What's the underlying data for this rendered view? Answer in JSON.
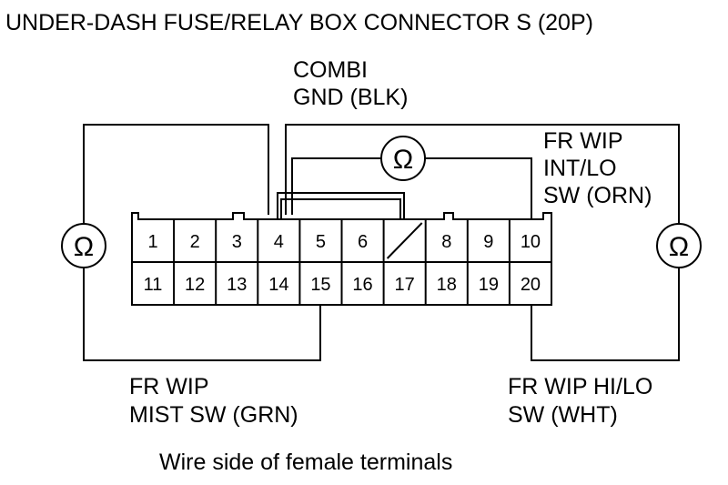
{
  "title": "UNDER-DASH FUSE/RELAY BOX CONNECTOR S (20P)",
  "footer": "Wire side of female terminals",
  "labels": {
    "combi_line1": "COMBI",
    "combi_line2": "GND (BLK)",
    "int_lo_line1": "FR WIP",
    "int_lo_line2": "INT/LO",
    "int_lo_line3": "SW (ORN)",
    "mist_line1": "FR WIP",
    "mist_line2": "MIST SW (GRN)",
    "hilo_line1": "FR WIP HI/LO",
    "hilo_line2": "SW (WHT)"
  },
  "ohm_symbol": "Ω",
  "pins": {
    "top": [
      "1",
      "2",
      "3",
      "4",
      "5",
      "6",
      "",
      "8",
      "9",
      "10"
    ],
    "bottom": [
      "11",
      "12",
      "13",
      "14",
      "15",
      "16",
      "17",
      "18",
      "19",
      "20"
    ]
  }
}
